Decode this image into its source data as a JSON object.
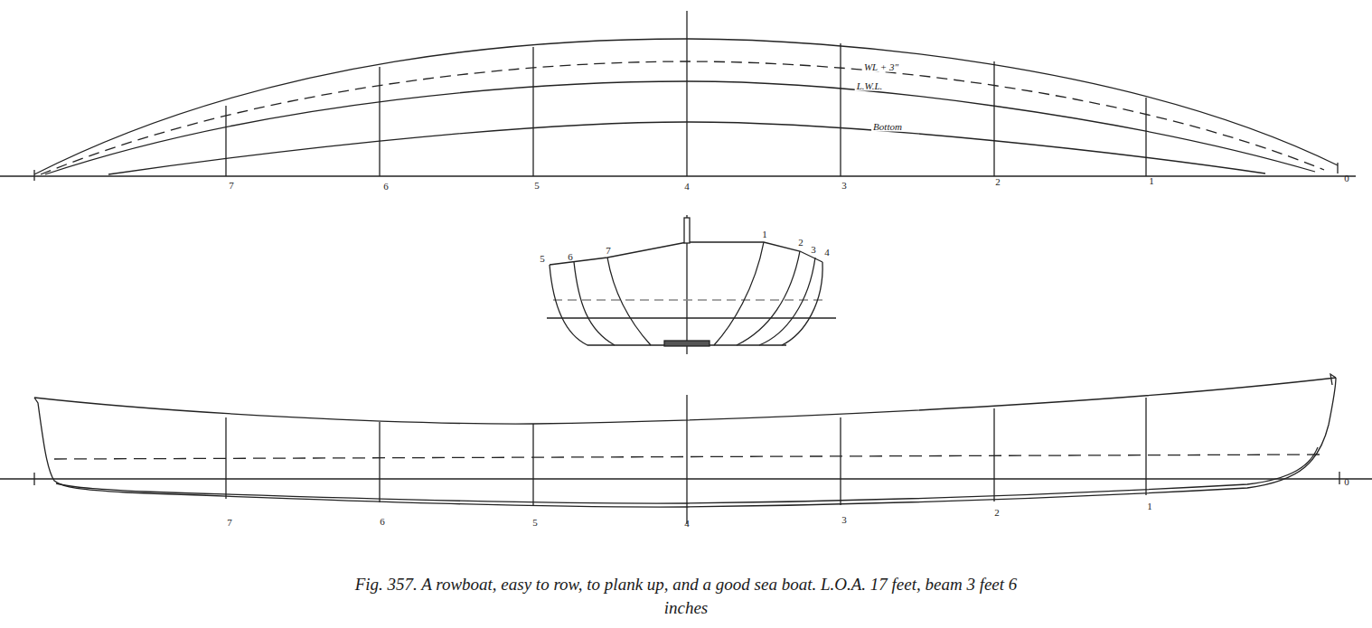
{
  "diagram": {
    "caption": "Fig. 357. A rowboat, easy to row, to plank up, and a good sea boat. L.O.A. 17 feet, beam 3 feet 6 inches",
    "labels": [
      "7",
      "6",
      "5",
      "4",
      "3",
      "2",
      "1",
      "0",
      "WL + 3\"",
      "L.W.L.",
      "Bottom",
      "5",
      "6",
      "7",
      "1",
      "2",
      "3",
      "4",
      "7",
      "6",
      "5",
      "4",
      "3",
      "2",
      "1",
      "0"
    ]
  }
}
